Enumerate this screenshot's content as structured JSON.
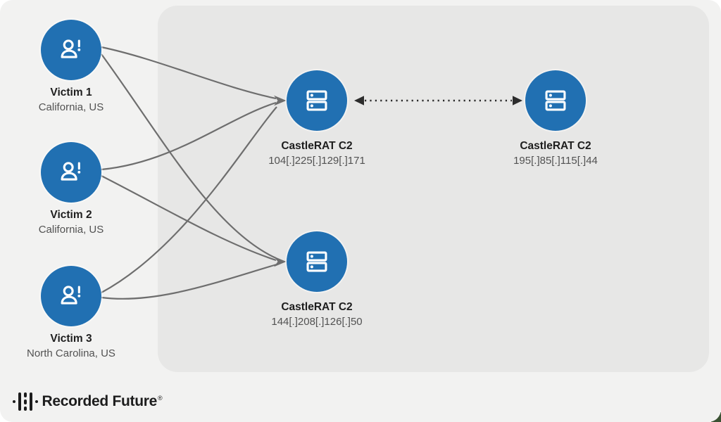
{
  "nodes": {
    "victims": [
      {
        "name": "Victim 1",
        "location": "California, US"
      },
      {
        "name": "Victim 2",
        "location": "California, US"
      },
      {
        "name": "Victim 3",
        "location": "North Carolina, US"
      }
    ],
    "c2": [
      {
        "id": "c2-top",
        "name": "CastleRAT C2",
        "ip": "104[.]225[.]129[.]171"
      },
      {
        "id": "c2-bottom",
        "name": "CastleRAT C2",
        "ip": "144[.]208[.]126[.]50"
      },
      {
        "id": "c2-right",
        "name": "CastleRAT C2",
        "ip": "195[.]85[.]115[.]44"
      }
    ]
  },
  "footer": {
    "brand": "Recorded Future",
    "registered": "®"
  },
  "icons": {
    "victim": "person-alert-icon",
    "server": "server-icon",
    "logo": "recorded-future-mark"
  },
  "colors": {
    "node_blue": "#2170b2",
    "edge_gray": "#6e6e6e",
    "dotted_arrow_black": "#2c2c2c",
    "panel_gray": "#e7e7e6",
    "outer_gray": "#f2f2f1",
    "text_dark": "#1e1e1e",
    "text_gray": "#525252",
    "corner_green": "#3a5233"
  }
}
